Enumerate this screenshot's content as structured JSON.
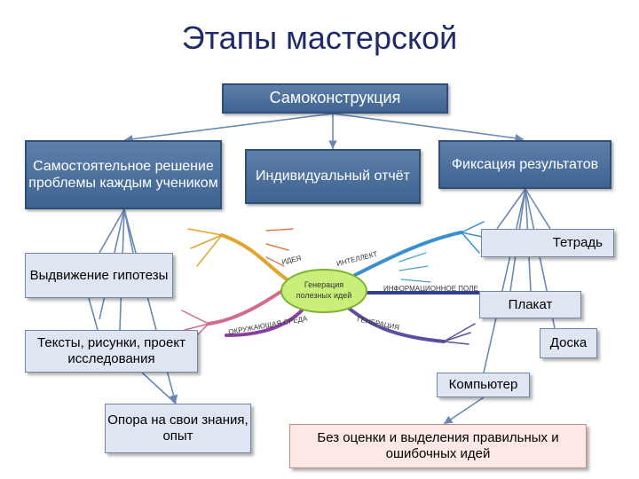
{
  "title": "Этапы мастерской",
  "top_node": "Самоконструкция",
  "level2": {
    "left": "Самостоятельное решение проблемы каждым учеником",
    "center": "Индивидуальный отчёт",
    "right": "Фиксация результатов"
  },
  "left_branch": {
    "hypothesis": "Выдвижение гипотезы",
    "texts": "Тексты, рисунки, проект исследования",
    "support": "Опора на свои знания, опыт"
  },
  "right_branch": {
    "notebook": "Тетрадь",
    "poster": "Плакат",
    "board": "Доска",
    "computer": "Компьютер"
  },
  "note": "Без оценки и выделения правильных и ошибочных идей",
  "mindmap": {
    "center": [
      "Генерация",
      "полезных идей"
    ],
    "branches": {
      "idea": "ИДЕЯ",
      "intellect": "ИНТЕЛЛЕКТ",
      "info_field": "ИНФОРМАЦИОННОЕ ПОЛЕ",
      "environment": "ОКРУЖАЮЩАЯ СРЕДА",
      "generation": "ГЕНЕРАЦИЯ"
    }
  },
  "colors": {
    "dark_box": "#4a6e9c",
    "light_box": "#dfe6f1",
    "pink_box": "#fde8e6",
    "arrow": "#6b88b4",
    "title": "#1f2a6b"
  }
}
